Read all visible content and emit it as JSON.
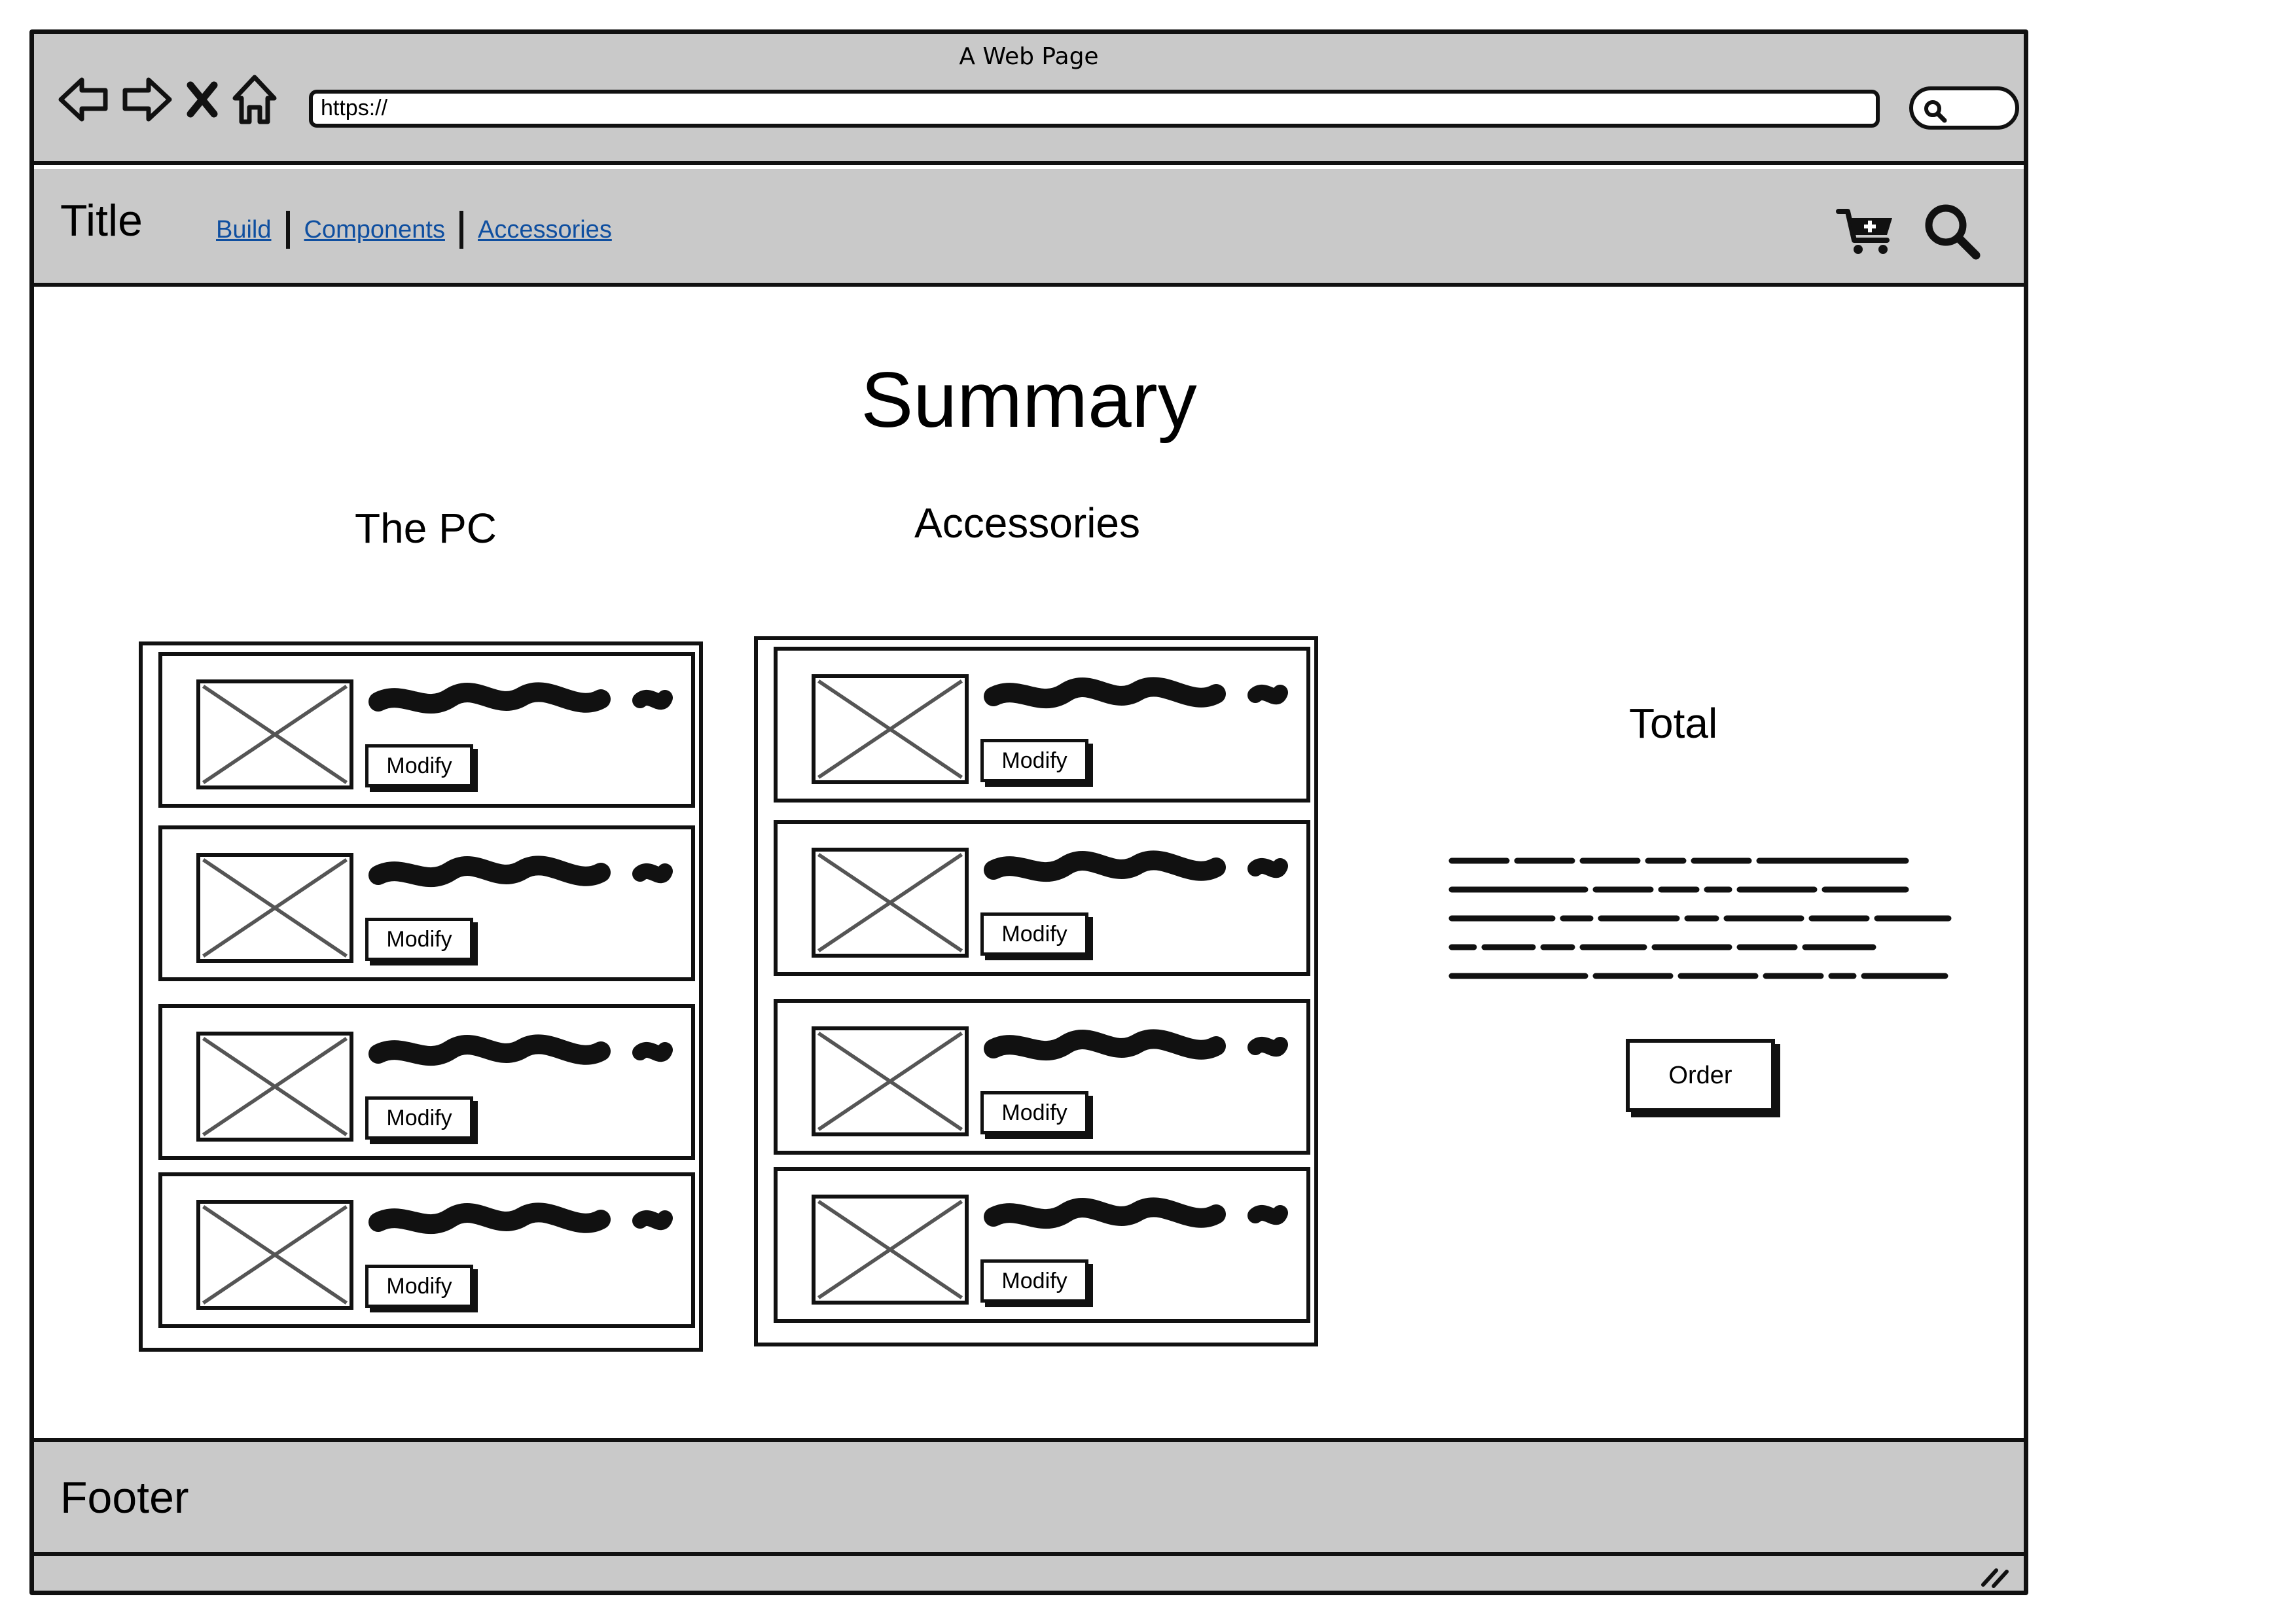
{
  "window": {
    "title": "A Web Page",
    "url": "https://"
  },
  "icons": {
    "back": "arrow-left-icon",
    "forward": "arrow-right-icon",
    "stop": "close-icon",
    "home": "home-icon",
    "browser_search": "search-icon",
    "cart": "cart-plus-icon",
    "site_search": "search-icon",
    "resize": "resize-grip-icon",
    "thumbnail": "image-placeholder-icon"
  },
  "header": {
    "title": "Title",
    "nav": [
      "Build",
      "Components",
      "Accessories"
    ]
  },
  "main": {
    "heading": "Summary",
    "pc_column": {
      "heading": "The PC",
      "items": [
        {
          "button": "Modify"
        },
        {
          "button": "Modify"
        },
        {
          "button": "Modify"
        },
        {
          "button": "Modify"
        }
      ]
    },
    "accessories_column": {
      "heading": "Accessories",
      "items": [
        {
          "button": "Modify"
        },
        {
          "button": "Modify"
        },
        {
          "button": "Modify"
        },
        {
          "button": "Modify"
        }
      ]
    },
    "total": {
      "heading": "Total",
      "order_button": "Order"
    }
  },
  "footer": {
    "label": "Footer"
  },
  "colors": {
    "chrome": "#c9c9c9",
    "link": "#0f4fa0",
    "ink": "#111111",
    "placeholder_x": "#555555"
  }
}
